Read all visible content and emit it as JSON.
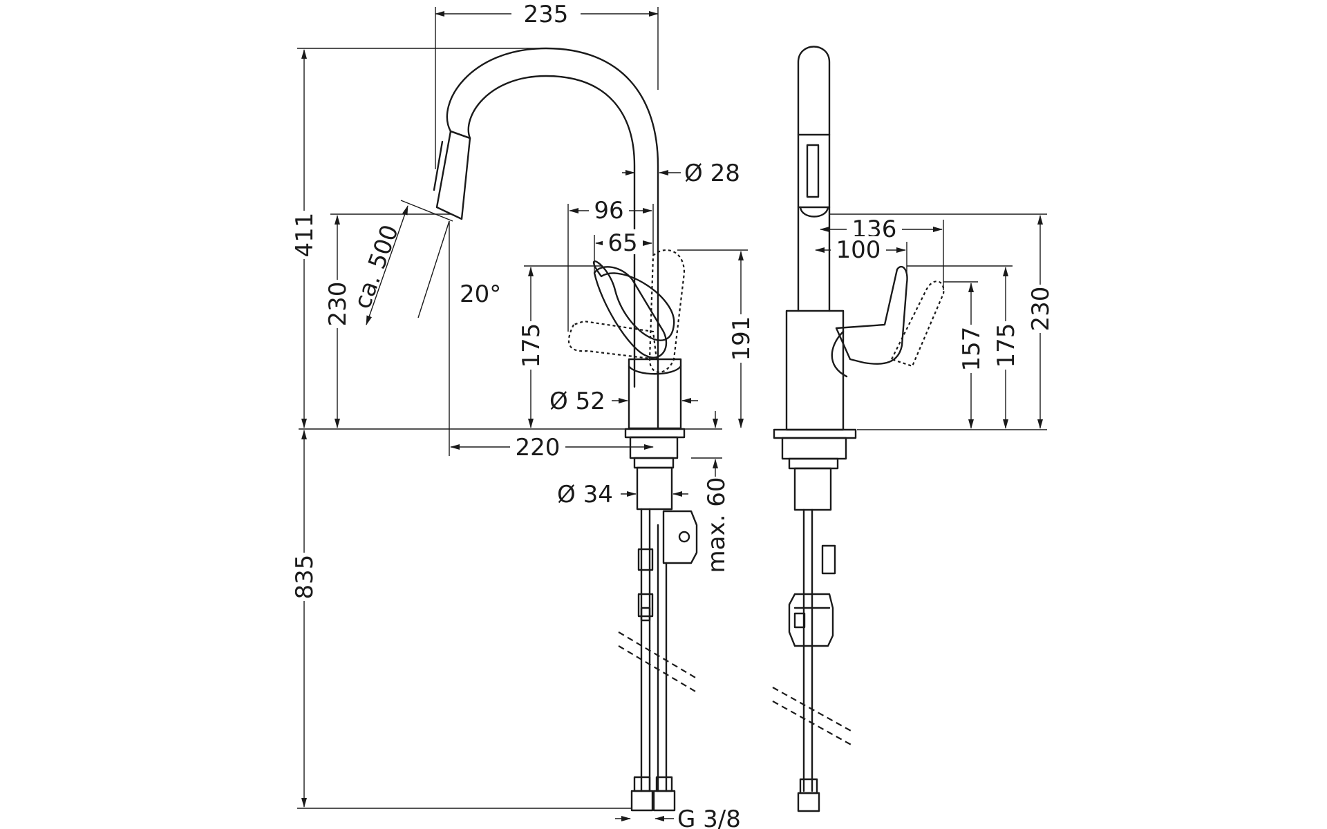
{
  "drawing": {
    "side_view": {
      "spout_reach": "235",
      "total_height": "411",
      "spout_height": "230",
      "pullout_length": "ca. 500",
      "spout_angle": "20°",
      "spout_diameter": "Ø 28",
      "lever_offset_96": "96",
      "lever_offset_65": "65",
      "lever_height_175": "175",
      "lever_height_191": "191",
      "body_diameter": "Ø 52",
      "reach_220": "220",
      "shank_diameter": "Ø 34",
      "max_counter": "max. 60",
      "hose_length": "835",
      "connection": "G 3/8"
    },
    "front_view": {
      "lever_swing_136": "136",
      "lever_swing_100": "100",
      "height_157": "157",
      "height_175": "175",
      "height_230": "230"
    }
  }
}
